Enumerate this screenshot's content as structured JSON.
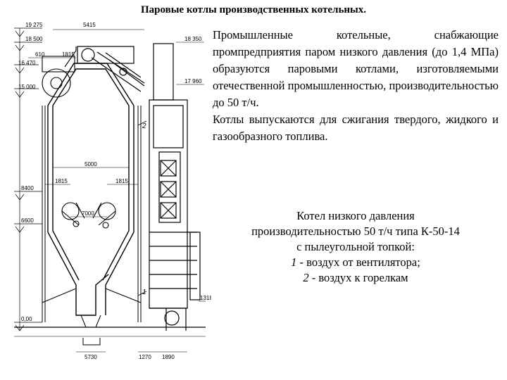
{
  "title": "Паровые котлы производственных котельных.",
  "description": {
    "para1": "Промышленные котельные, снабжающие промпредприятия паром низкого давления (до 1,4 МПа) образуются паровыми котлами, изготовляемыми отечественной промышленностью, производительностью до 50 т/ч.",
    "para2": "Котлы выпускаются для сжигания твердого, жидкого и газообразного топлива."
  },
  "caption": {
    "line1": "Котел низкого давления",
    "line2": "производительностью 50 т/ч типа К-50-14",
    "line3": "с пылеугольной топкой:",
    "item1_num": "1",
    "item1_text": "- воздух от вентилятора;",
    "item2_num": "2",
    "item2_text": "- воздух к горелкам"
  },
  "drawing": {
    "elevations": [
      "19 275",
      "18 500",
      "16 470",
      "15 000",
      "8400",
      "6600",
      "0,00"
    ],
    "dimensions": {
      "top_width": "5415",
      "left_610": "610",
      "left_1815": "1815",
      "right_18350": "18 350",
      "right_17960": "17 960",
      "furnace_width": "5000",
      "burner_1815_left": "1815",
      "burner_1815_right": "1815",
      "burner_7000": "7000",
      "right_1318": "1318",
      "bottom_5730": "5730",
      "bottom_1270": "1270",
      "bottom_1890": "1890"
    },
    "markers": {
      "air_fan": "1",
      "air_burners": "2"
    }
  }
}
